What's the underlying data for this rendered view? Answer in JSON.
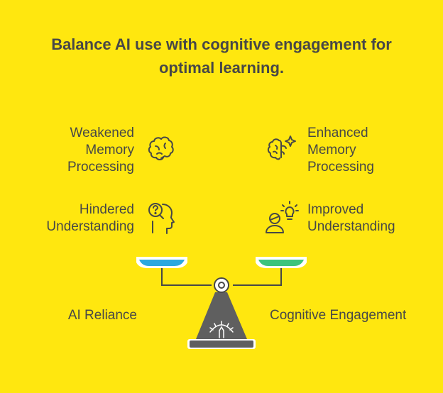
{
  "title": {
    "line1": "Balance AI use with cognitive engagement for",
    "line2": "optimal learning."
  },
  "left": {
    "item1": [
      "Weakened",
      "Memory",
      "Processing"
    ],
    "item2": [
      "Hindered",
      "Understanding"
    ],
    "base_label": "AI Reliance",
    "pan_color": "#2BA8DF",
    "icons": [
      "brain-outline-icon",
      "confused-head-icon"
    ]
  },
  "right": {
    "item1": [
      "Enhanced",
      "Memory",
      "Processing"
    ],
    "item2": [
      "Improved",
      "Understanding"
    ],
    "base_label": "Cognitive Engagement",
    "pan_color": "#3CC47C",
    "icons": [
      "sparkling-brain-icon",
      "idea-person-icon"
    ]
  },
  "colors": {
    "background": "#FFE70F",
    "text": "#474747",
    "scale_dark": "#5F5F5F"
  }
}
